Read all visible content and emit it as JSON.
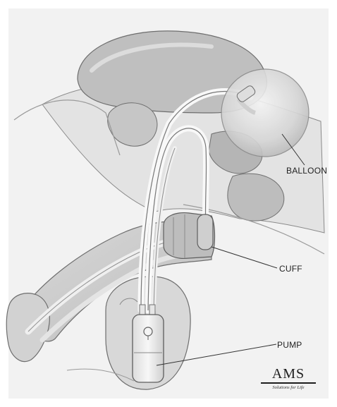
{
  "labels": {
    "balloon": "BALLOON",
    "cuff": "CUFF",
    "pump": "PUMP"
  },
  "logo": {
    "text": "AMS",
    "tagline": "Solutions for Life"
  },
  "colors": {
    "background": "#ffffff",
    "panel": "#f2f2f2",
    "tissue_light": "#e6e6e6",
    "tissue_mid": "#cfcfcf",
    "tissue_dark": "#a5a5a5",
    "outline": "#6e6e6e",
    "label_text": "#222222"
  }
}
